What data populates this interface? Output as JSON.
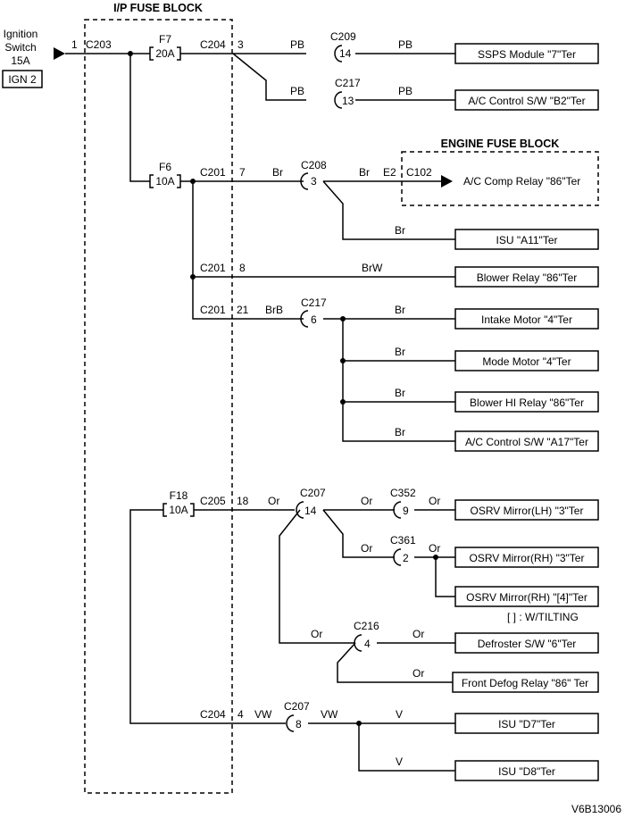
{
  "diagram": {
    "ip_fuse_block_title": "I/P FUSE BLOCK",
    "engine_fuse_block_title": "ENGINE FUSE BLOCK",
    "diagram_id": "V6B13006",
    "note_w_tilting": "[   ] : W/TILTING",
    "source": {
      "line1": "Ignition",
      "line2": "Switch",
      "line3": "15A",
      "box_label": "IGN 2",
      "pin": "1",
      "connector": "C203"
    },
    "fuses": {
      "f7": {
        "name": "F7",
        "rating": "20A"
      },
      "f6": {
        "name": "F6",
        "rating": "10A"
      },
      "f18": {
        "name": "F18",
        "rating": "10A"
      }
    },
    "connectors": {
      "c204_a": "C204",
      "c204_a_pin": "3",
      "c201_a": "C201",
      "c201_a_pin": "7",
      "c201_b": "C201",
      "c201_b_pin": "8",
      "c201_c": "C201",
      "c201_c_pin": "21",
      "c205": "C205",
      "c205_pin": "18",
      "c204_b": "C204",
      "c204_b_pin": "4",
      "c209": "C209",
      "c209_pin": "14",
      "c217_a": "C217",
      "c217_a_pin": "13",
      "c208": "C208",
      "c208_pin": "3",
      "c217_b": "C217",
      "c217_b_pin": "6",
      "c207_a": "C207",
      "c207_a_pin": "14",
      "c352": "C352",
      "c352_pin": "9",
      "c361": "C361",
      "c361_pin": "2",
      "c216": "C216",
      "c216_pin": "4",
      "c207_b": "C207",
      "c207_b_pin": "8",
      "c102": "C102",
      "c102_pin": "E2"
    },
    "wires": {
      "pb1": "PB",
      "pb2": "PB",
      "pb3": "PB",
      "pb4": "PB",
      "br1": "Br",
      "br2": "Br",
      "br3": "Br",
      "brw": "BrW",
      "brb": "BrB",
      "br4": "Br",
      "br5": "Br",
      "br6": "Br",
      "br7": "Br",
      "or1": "Or",
      "or2": "Or",
      "or3": "Or",
      "or4": "Or",
      "or5": "Or",
      "or6": "Or",
      "or7": "Or",
      "or8": "Or",
      "vw1": "VW",
      "vw2": "VW",
      "v1": "V",
      "v2": "V"
    },
    "loads": {
      "ssps": "SSPS Module \"7\"Ter",
      "ac_ctrl_b2": "A/C Control S/W \"B2\"Ter",
      "ac_comp": "A/C Comp Relay \"86\"Ter",
      "isu_a11": "ISU \"A11\"Ter",
      "blower_relay": "Blower Relay \"86\"Ter",
      "intake": "Intake Motor \"4\"Ter",
      "mode": "Mode Motor \"4\"Ter",
      "blower_hi": "Blower HI Relay \"86\"Ter",
      "ac_ctrl_a17": "A/C Control S/W \"A17\"Ter",
      "osrv_lh": "OSRV Mirror(LH) \"3\"Ter",
      "osrv_rh": "OSRV Mirror(RH) \"3\"Ter",
      "osrv_rh4": "OSRV Mirror(RH) \"[4]\"Ter",
      "defroster": "Defroster S/W \"6\"Ter",
      "front_defog": "Front Defog Relay \"86\" Ter",
      "isu_d7": "ISU \"D7\"Ter",
      "isu_d8": "ISU \"D8\"Ter"
    }
  }
}
